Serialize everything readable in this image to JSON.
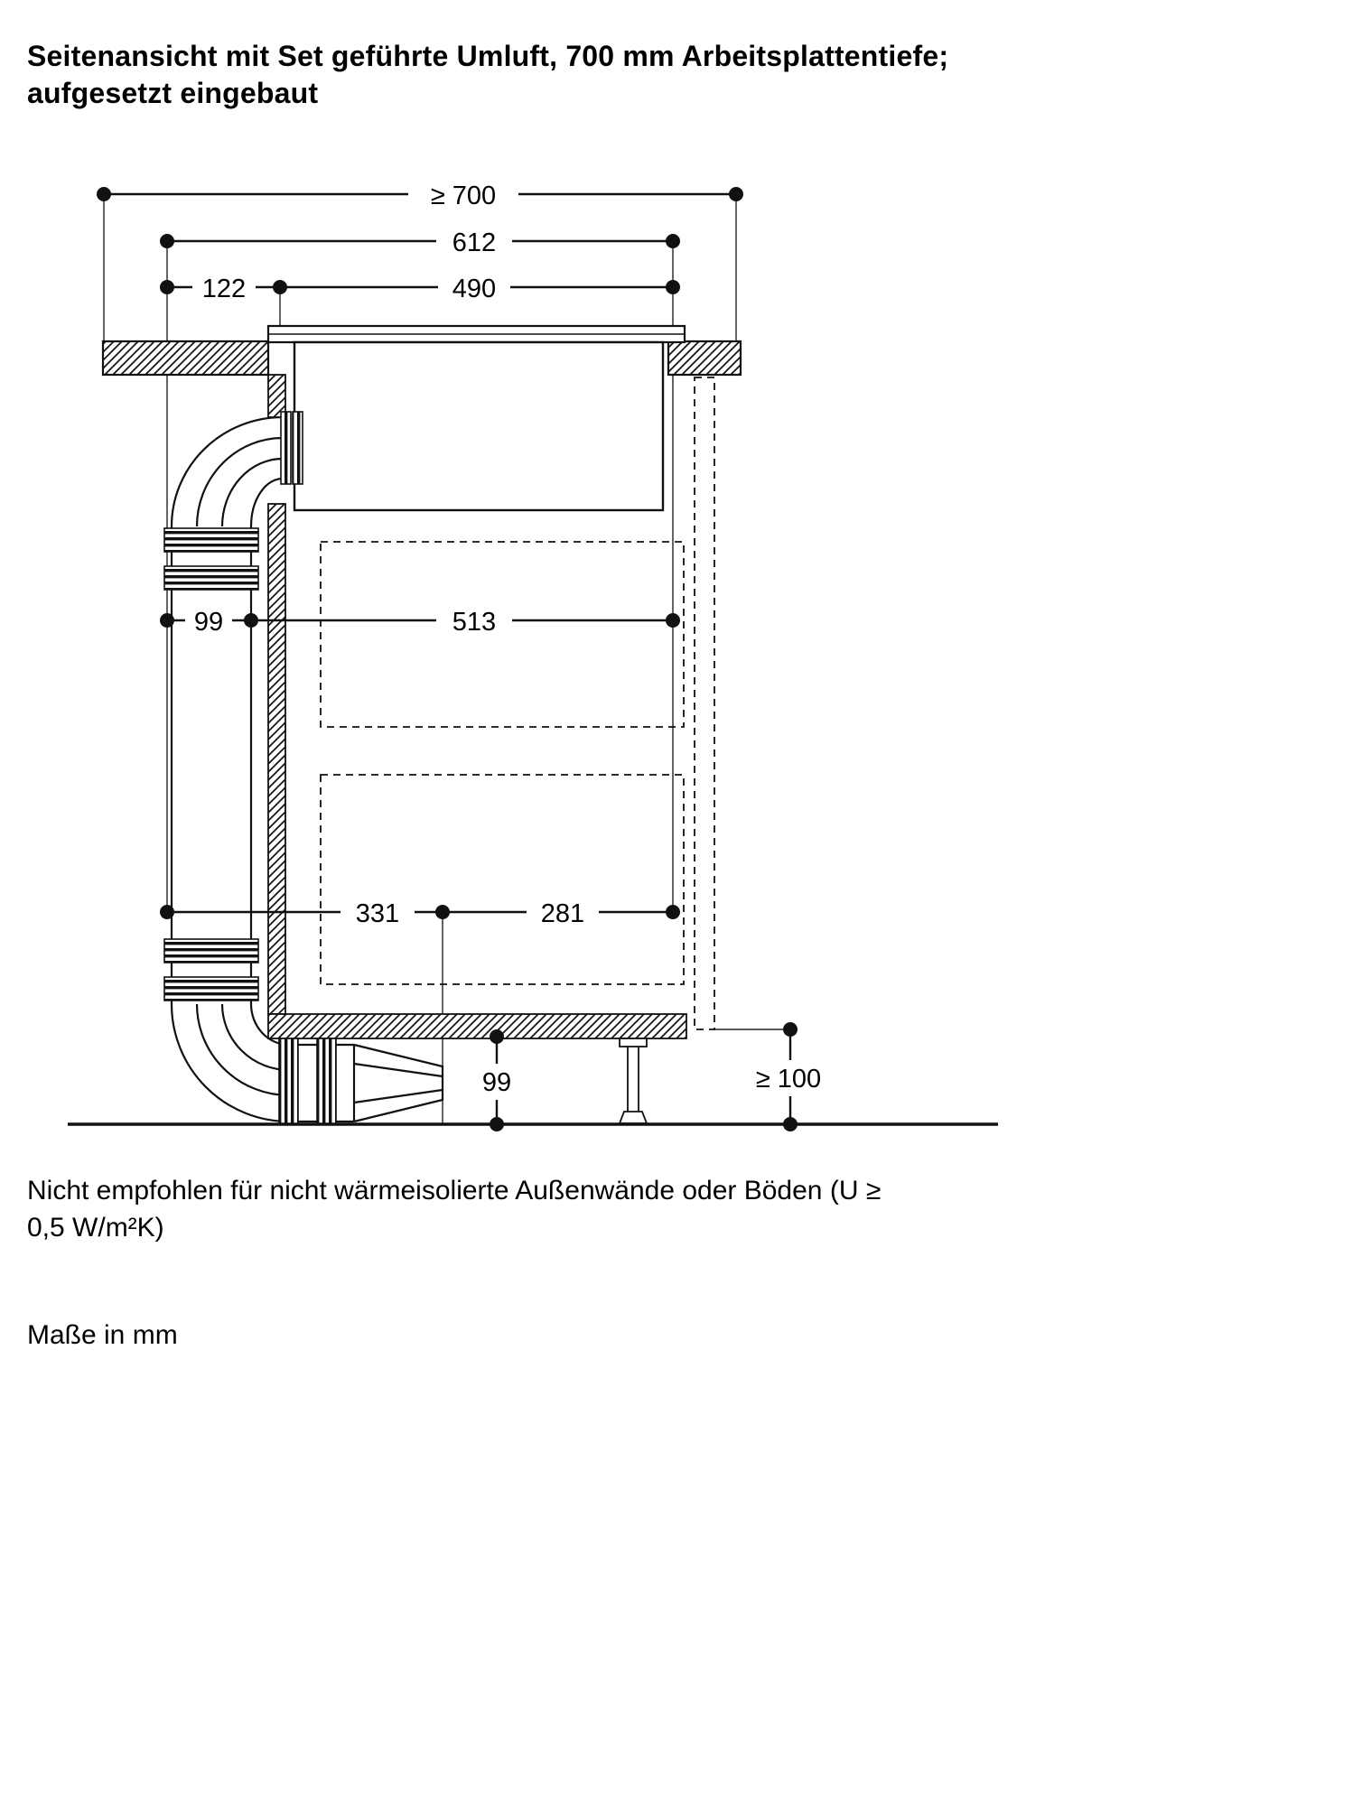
{
  "title": {
    "line1": "Seitenansicht mit Set geführte Umluft, 700 mm Arbeitsplattentiefe;",
    "line2": "aufgesetzt eingebaut"
  },
  "dimensions": {
    "worktop_depth": "≥ 700",
    "unit_width": "612",
    "duct_offset": "122",
    "glass_width": "490",
    "duct_depth": "99",
    "cabinet_clearance": "513",
    "outlet_offset": "331",
    "rear_clearance": "281",
    "plinth_height": "99",
    "floor_clearance": "≥ 100"
  },
  "notes": {
    "warning_line1": "Nicht empfohlen für nicht wärmeisolierte Außenwände oder Böden (U ≥",
    "warning_line2": "0,5 W/m²K)",
    "units": "Maße in mm"
  }
}
